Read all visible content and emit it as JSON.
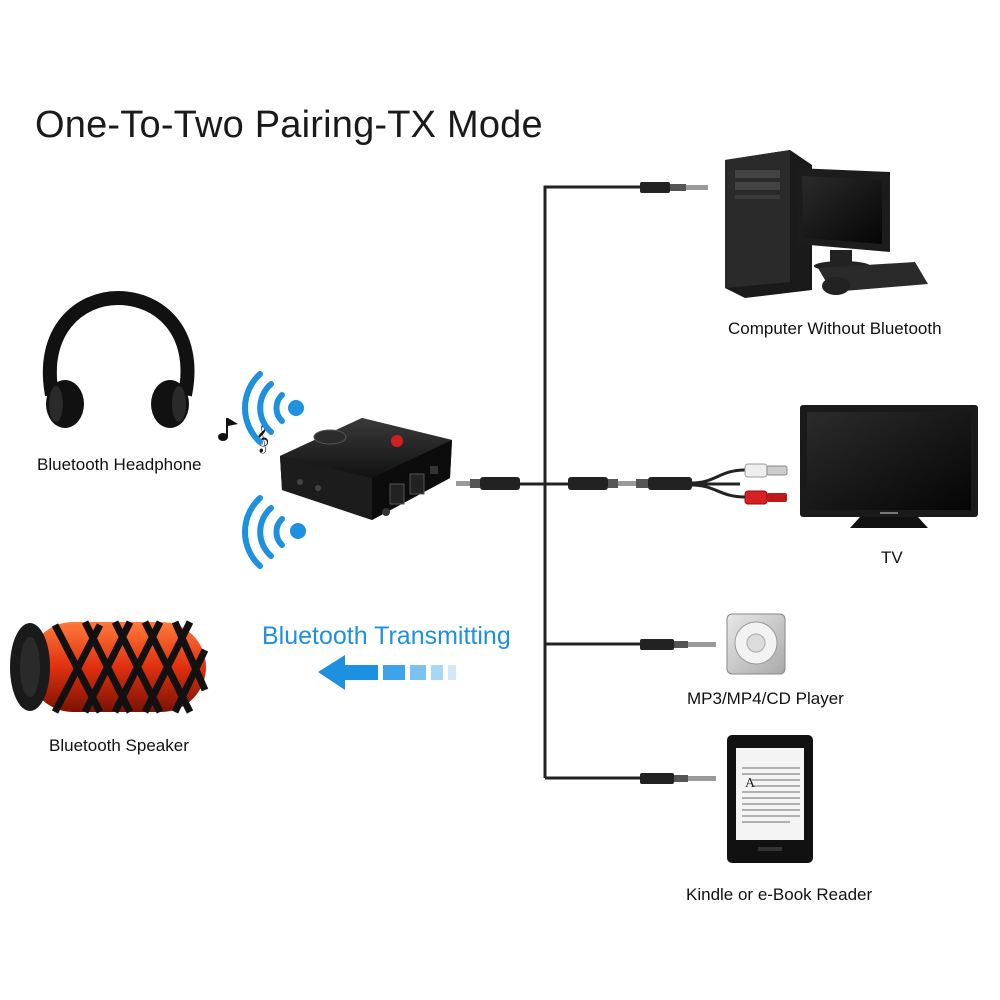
{
  "title": "One-To-Two Pairing-TX Mode",
  "devices": {
    "headphone": "Bluetooth Headphone",
    "speaker": "Bluetooth Speaker",
    "computer": "Computer Without Bluetooth",
    "tv": "TV",
    "mp3": "MP3/MP4/CD Player",
    "kindle": "Kindle or e-Book Reader"
  },
  "transmit_label": "Bluetooth Transmitting",
  "colors": {
    "bluetooth_blue": "#1e90e0",
    "speaker_orange": "#e8401a",
    "device_black": "#111111",
    "cable": "#222222"
  }
}
